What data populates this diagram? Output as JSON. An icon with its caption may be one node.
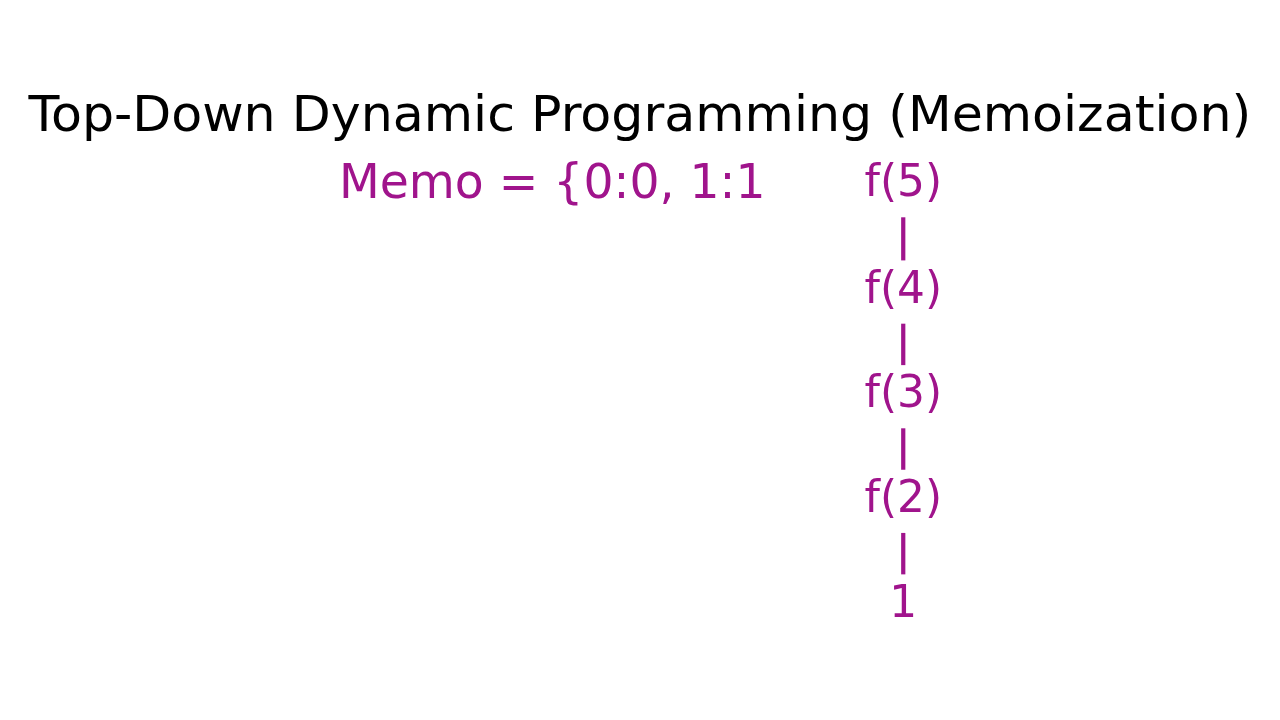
{
  "diagram": {
    "title": "Top-Down Dynamic Programming (Memoization)",
    "nodes": [
      {
        "text": [
          "f(5)"
        ]
      },
      {
        "text": [
          "f(4)"
        ]
      },
      {
        "text": [
          "f(3)"
        ]
      },
      {
        "text": [
          "f(2)"
        ]
      },
      {
        "text": [
          "1"
        ]
      }
    ],
    "edges": [
      {
        "from": 0,
        "to": 1,
        "arrow": "none"
      },
      {
        "from": 1,
        "to": 2,
        "arrow": "none"
      },
      {
        "from": 2,
        "to": 3,
        "arrow": "none"
      },
      {
        "from": 3,
        "to": 4,
        "arrow": "none"
      }
    ],
    "labels": [
      "Memo = {0:0, 1:1"
    ]
  }
}
